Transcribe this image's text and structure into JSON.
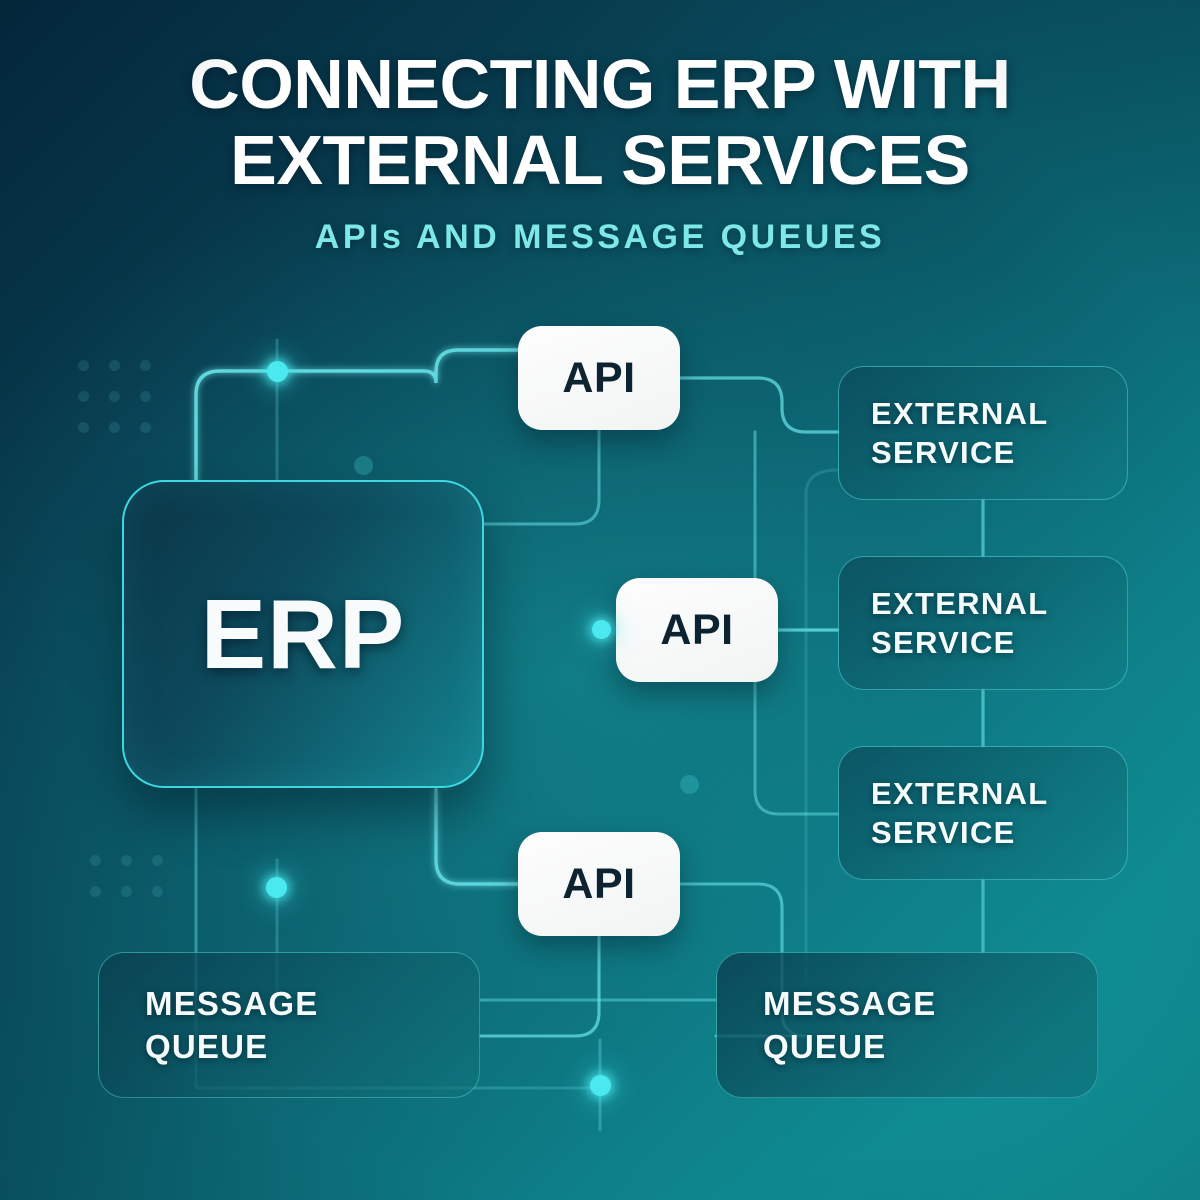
{
  "header": {
    "title": "CONNECTING ERP WITH EXTERNAL SERVICES",
    "subtitle": "APIs AND MESSAGE QUEUES"
  },
  "colors": {
    "background_top_left": "#04293d",
    "background_bottom_right": "#119a9d",
    "accent_cyan": "#49e9ef",
    "border_cyan": "#3ed6e0",
    "subtitle_cyan": "#7ee8e6",
    "chip_white": "#fdfdfd",
    "chip_text": "#0e2330",
    "node_text": "#f5fbfb"
  },
  "diagram": {
    "type": "flow",
    "core": {
      "label": "ERP",
      "name": "erp-node"
    },
    "apis": [
      {
        "label": "API",
        "name": "api-node-top"
      },
      {
        "label": "API",
        "name": "api-node-middle"
      },
      {
        "label": "API",
        "name": "api-node-bottom"
      }
    ],
    "external_services": [
      {
        "line1": "EXTERNAL",
        "line2": "SERVICE"
      },
      {
        "line1": "EXTERNAL",
        "line2": "SERVICE"
      },
      {
        "line1": "EXTERNAL",
        "line2": "SERVICE"
      }
    ],
    "message_queues": [
      {
        "line1": "MESSAGE",
        "line2": "QUEUE"
      },
      {
        "line1": "MESSAGE",
        "line2": "QUEUE"
      }
    ]
  }
}
